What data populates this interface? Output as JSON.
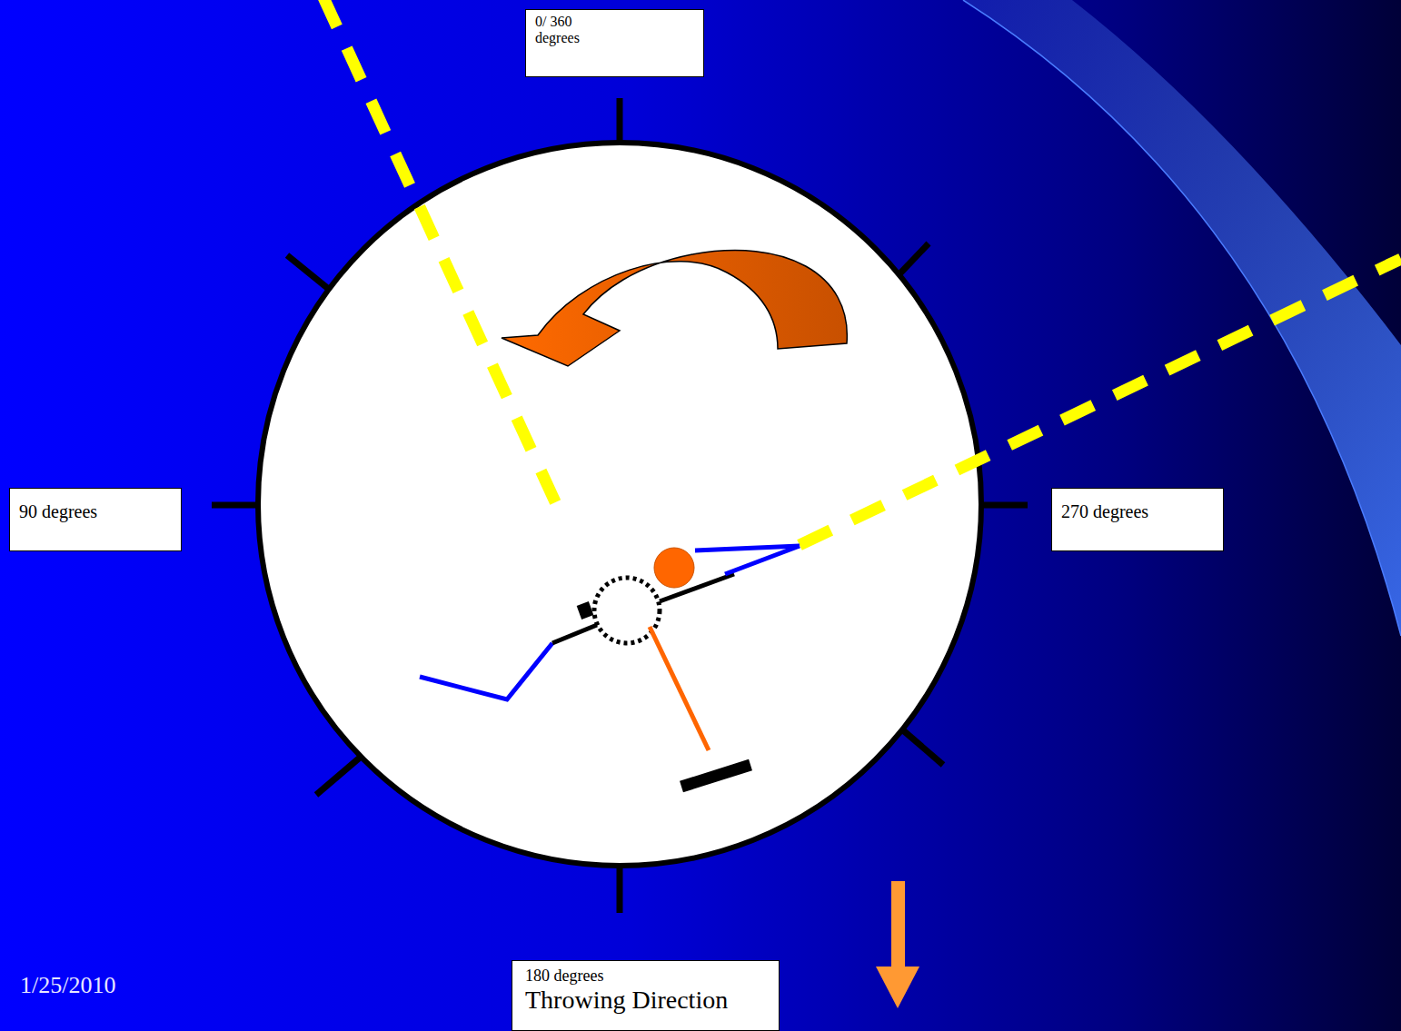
{
  "diagram": {
    "nodes": [
      {
        "text": [
          "0/ 360 degrees"
        ]
      },
      {
        "text": [
          "90 degrees"
        ]
      },
      {
        "text": [
          "270 degrees"
        ]
      },
      {
        "text": [
          "180 degrees",
          "Throwing Direction"
        ]
      }
    ],
    "labels": [
      "1/25/2010"
    ]
  }
}
